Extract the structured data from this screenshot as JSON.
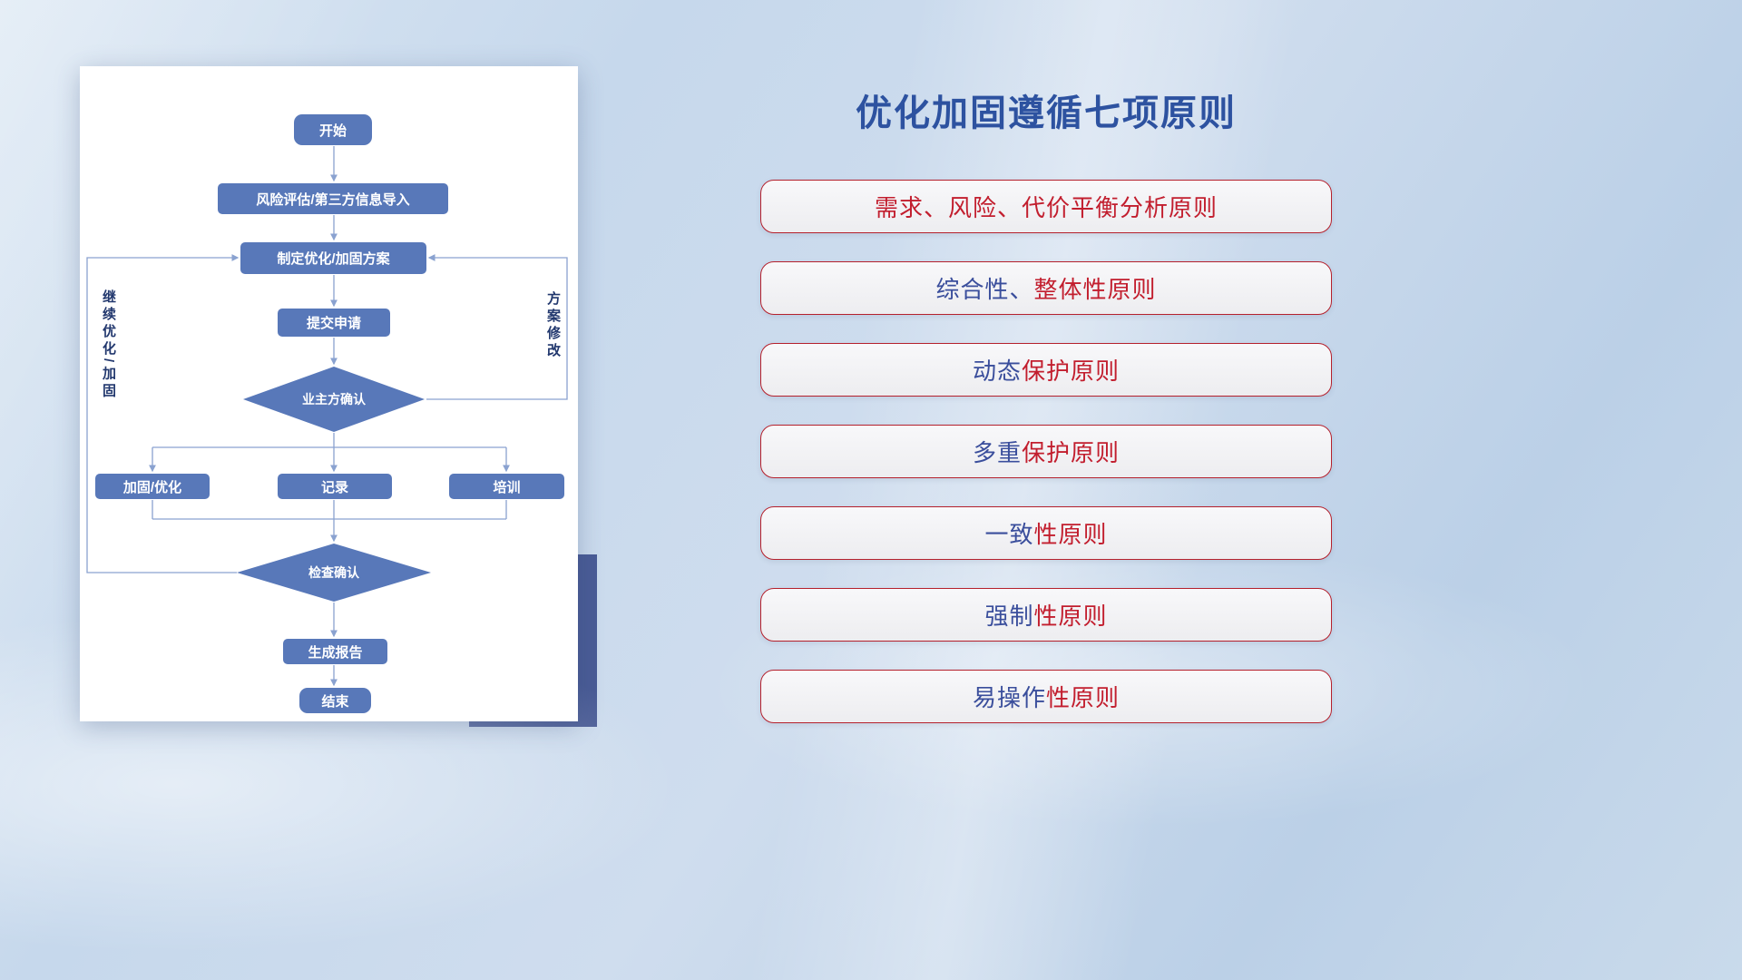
{
  "flowchart": {
    "nodes": {
      "start": {
        "label": "开始"
      },
      "risk_import": {
        "label": "风险评估/第三方信息导入"
      },
      "make_plan": {
        "label": "制定优化/加固方案"
      },
      "submit": {
        "label": "提交申请"
      },
      "owner_confirm": {
        "label": "业主方确认"
      },
      "reinforce": {
        "label": "加固/优化"
      },
      "record": {
        "label": "记录"
      },
      "training": {
        "label": "培训"
      },
      "check_confirm": {
        "label": "检查确认"
      },
      "report": {
        "label": "生成报告"
      },
      "end": {
        "label": "结束"
      }
    },
    "loop_labels": {
      "left": "继续优化/加固",
      "right": "方案修改"
    },
    "colors": {
      "node_fill": "#5878b9",
      "node_text": "#ffffff",
      "connector": "#8aa2d0",
      "loop_label_text": "#22386e",
      "card_background": "#ffffff",
      "accent_block": "#4a5c96"
    }
  },
  "principles": {
    "title": "优化加固遵循七项原则",
    "title_color": "#2d52a0",
    "pill_border_color": "#b5212d",
    "items": [
      {
        "segments": [
          {
            "text": "需求、风险、代价平衡分析原则",
            "color": "#c21e2e"
          }
        ]
      },
      {
        "segments": [
          {
            "text": "综合性、",
            "color": "#3a4e9c"
          },
          {
            "text": "整体性原则",
            "color": "#c21e2e"
          }
        ]
      },
      {
        "segments": [
          {
            "text": "动态",
            "color": "#3a4e9c"
          },
          {
            "text": "保护原则",
            "color": "#c21e2e"
          }
        ]
      },
      {
        "segments": [
          {
            "text": "多重",
            "color": "#3a4e9c"
          },
          {
            "text": "保护原则",
            "color": "#c21e2e"
          }
        ]
      },
      {
        "segments": [
          {
            "text": "一致",
            "color": "#3a4e9c"
          },
          {
            "text": "性原则",
            "color": "#c21e2e"
          }
        ]
      },
      {
        "segments": [
          {
            "text": "强制",
            "color": "#3a4e9c"
          },
          {
            "text": "性原则",
            "color": "#c21e2e"
          }
        ]
      },
      {
        "segments": [
          {
            "text": "易操作",
            "color": "#3a4e9c"
          },
          {
            "text": "性原则",
            "color": "#c21e2e"
          }
        ]
      }
    ]
  }
}
